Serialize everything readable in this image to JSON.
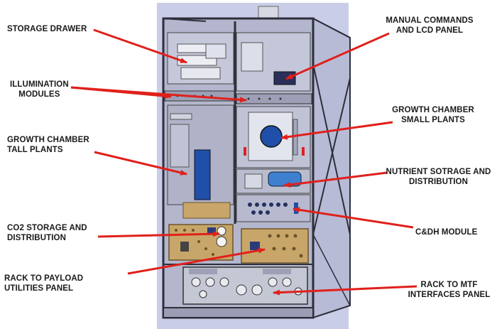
{
  "labels": {
    "storage_drawer": [
      "STORAGE DRAWER"
    ],
    "illumination": [
      "ILLUMINATION",
      "MODULES"
    ],
    "growth_tall": [
      "GROWTH CHAMBER",
      "TALL PLANTS"
    ],
    "co2": [
      "CO2 STORAGE AND",
      "DISTRIBUTION"
    ],
    "rack_payload": [
      "RACK TO PAYLOAD",
      "UTILITIES PANEL"
    ],
    "manual_commands": [
      "MANUAL COMMANDS",
      "AND LCD PANEL"
    ],
    "growth_small": [
      "GROWTH CHAMBER",
      "SMALL PLANTS"
    ],
    "nutrient": [
      "NUTRIENT SOTRAGE AND",
      "DISTRIBUTION"
    ],
    "cdh": [
      "C&DH MODULE"
    ],
    "rack_mtf": [
      "RACK TO MTF",
      "INTERFACES PANEL"
    ]
  },
  "colors": {
    "background_panel": "#c9cde8",
    "frame": "#2e2f3a",
    "arrow": "#e0201b",
    "label_text": "#1a1a1a",
    "board": "#c8a66a"
  }
}
